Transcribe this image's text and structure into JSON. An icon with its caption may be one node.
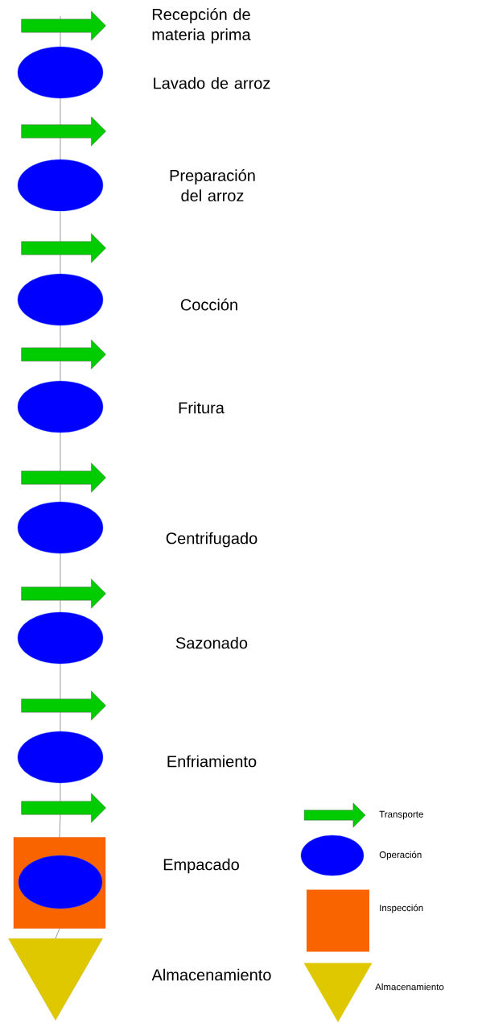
{
  "diagram": {
    "nodes": [
      {
        "text": [],
        "shape": "arrow"
      },
      {
        "text": [],
        "shape": "ellipse"
      },
      {
        "text": [],
        "shape": "arrow"
      },
      {
        "text": [],
        "shape": "ellipse"
      },
      {
        "text": [],
        "shape": "arrow"
      },
      {
        "text": [],
        "shape": "ellipse"
      },
      {
        "text": [],
        "shape": "arrow"
      },
      {
        "text": [],
        "shape": "ellipse"
      },
      {
        "text": [],
        "shape": "arrow"
      },
      {
        "text": [],
        "shape": "ellipse"
      },
      {
        "text": [],
        "shape": "arrow"
      },
      {
        "text": [],
        "shape": "ellipse"
      },
      {
        "text": [],
        "shape": "arrow"
      },
      {
        "text": [],
        "shape": "ellipse"
      },
      {
        "text": [],
        "shape": "arrow"
      },
      {
        "text": [],
        "shape": "box"
      },
      {
        "text": [],
        "shape": "ellipse",
        "in": 15
      },
      {
        "text": [],
        "shape": "triangle"
      }
    ],
    "edges": [
      {
        "from": 0,
        "to": 1,
        "arrow": "none"
      },
      {
        "from": 1,
        "to": 2,
        "arrow": "none"
      },
      {
        "from": 2,
        "to": 3,
        "arrow": "none"
      },
      {
        "from": 3,
        "to": 4,
        "arrow": "none"
      },
      {
        "from": 4,
        "to": 5,
        "arrow": "none"
      },
      {
        "from": 5,
        "to": 6,
        "arrow": "none"
      },
      {
        "from": 6,
        "to": 7,
        "arrow": "none"
      },
      {
        "from": 7,
        "to": 8,
        "arrow": "none"
      },
      {
        "from": 8,
        "to": 9,
        "arrow": "none"
      },
      {
        "from": 9,
        "to": 10,
        "arrow": "none"
      },
      {
        "from": 10,
        "to": 11,
        "arrow": "none"
      },
      {
        "from": 11,
        "to": 12,
        "arrow": "none"
      },
      {
        "from": 12,
        "to": 13,
        "arrow": "none"
      },
      {
        "from": 13,
        "to": 14,
        "arrow": "none"
      },
      {
        "from": 14,
        "to": 15,
        "arrow": "none"
      },
      {
        "from": 15,
        "to": 17,
        "arrow": "none"
      }
    ],
    "labels": [
      "Recepción de materia prima",
      "Lavado de arroz",
      "Preparación del arroz",
      "Cocción",
      "Fritura",
      "Centrifugado",
      "Sazonado",
      "Enfriamiento",
      "Empacado",
      "Almacenamiento"
    ],
    "legend": [
      {
        "text": "Transporte",
        "color": "#00cc00"
      },
      {
        "text": "Operación",
        "color": "#0000ff"
      },
      {
        "text": "Inspección",
        "color": "#fa6400"
      },
      {
        "text": "Almacenamiento",
        "color": "#e0c800"
      }
    ]
  }
}
